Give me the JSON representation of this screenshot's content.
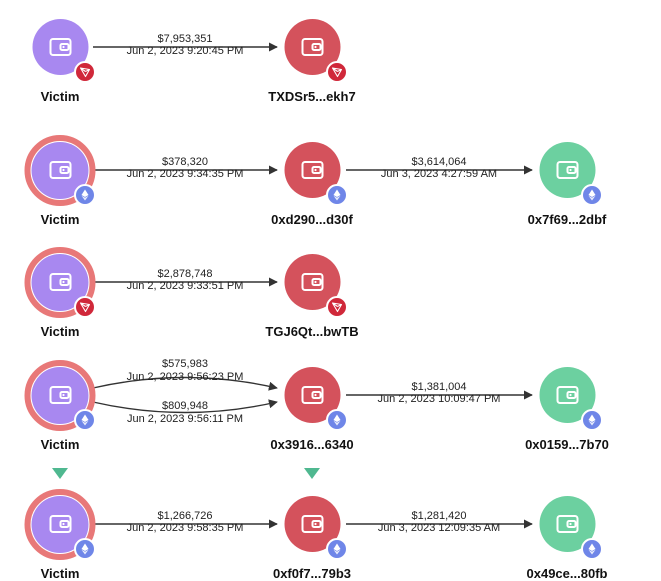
{
  "colors": {
    "victim": "#a888f0",
    "intermediate": "#d4525c",
    "destination": "#6cd0a0",
    "risk_ring": "#e87878",
    "tron_badge": "#d0283a",
    "eth_badge": "#6f86e8",
    "marker": "#4fb890"
  },
  "flows": [
    {
      "victim": {
        "label": "Victim",
        "chain": "tron",
        "ring": false
      },
      "edges": [
        {
          "amount": "$7,953,351",
          "time": "Jun 2, 2023 9:20:45 PM"
        }
      ],
      "intermediate": {
        "label": "TXDSr5...ekh7",
        "chain": "tron"
      }
    },
    {
      "victim": {
        "label": "Victim",
        "chain": "eth",
        "ring": true
      },
      "edges": [
        {
          "amount": "$378,320",
          "time": "Jun 2, 2023 9:34:35 PM"
        }
      ],
      "intermediate": {
        "label": "0xd290...d30f",
        "chain": "eth"
      },
      "onward": {
        "amount": "$3,614,064",
        "time": "Jun 3, 2023 4:27:59 AM"
      },
      "destination": {
        "label": "0x7f69...2dbf",
        "chain": "eth"
      }
    },
    {
      "victim": {
        "label": "Victim",
        "chain": "tron",
        "ring": true
      },
      "edges": [
        {
          "amount": "$2,878,748",
          "time": "Jun 2, 2023 9:33:51 PM"
        }
      ],
      "intermediate": {
        "label": "TGJ6Qt...bwTB",
        "chain": "tron"
      }
    },
    {
      "victim": {
        "label": "Victim",
        "chain": "eth",
        "ring": true
      },
      "edges": [
        {
          "amount": "$575,983",
          "time": "Jun 2, 2023 9:56:23 PM"
        },
        {
          "amount": "$809,948",
          "time": "Jun 2, 2023 9:56:11 PM"
        }
      ],
      "intermediate": {
        "label": "0x3916...6340",
        "chain": "eth"
      },
      "onward": {
        "amount": "$1,381,004",
        "time": "Jun 2, 2023 10:09:47 PM"
      },
      "destination": {
        "label": "0x0159...7b70",
        "chain": "eth"
      }
    },
    {
      "victim": {
        "label": "Victim",
        "chain": "eth",
        "ring": true,
        "marker": true
      },
      "edges": [
        {
          "amount": "$1,266,726",
          "time": "Jun 2, 2023 9:58:35 PM"
        }
      ],
      "intermediate": {
        "label": "0xf0f7...79b3",
        "chain": "eth",
        "marker": true
      },
      "onward": {
        "amount": "$1,281,420",
        "time": "Jun 3, 2023 12:09:35 AM"
      },
      "destination": {
        "label": "0x49ce...80fb",
        "chain": "eth"
      }
    }
  ]
}
